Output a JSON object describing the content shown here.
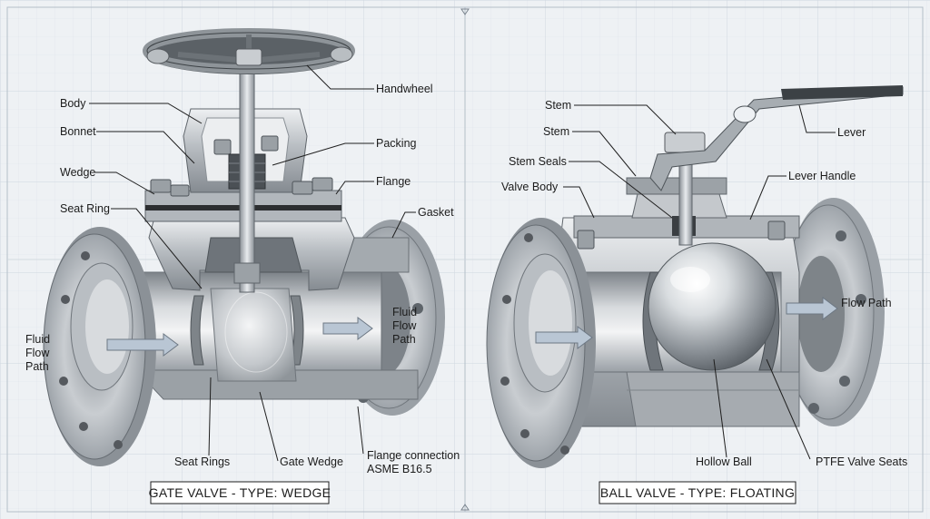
{
  "gate_valve": {
    "title": "GATE VALVE - TYPE: WEDGE",
    "labels": {
      "body": "Body",
      "bonnet": "Bonnet",
      "wedge": "Wedge",
      "seat_ring": "Seat Ring",
      "fluid_1": "Fluid",
      "fluid_2": "Flow",
      "fluid_3": "Path",
      "handwheel": "Handwheel",
      "packing": "Packing",
      "flange": "Flange",
      "gasket": "Gasket",
      "fluid_flow_1": "Fluid",
      "fluid_flow_2": "Flow",
      "fluid_flow_3": "Path",
      "seat_rings": "Seat Rings",
      "gate_wedge": "Gate Wedge",
      "flange_connection_1": "Flange connection",
      "flange_connection_2": "ASME B16.5"
    }
  },
  "ball_valve": {
    "title": "BALL VALVE - TYPE: FLOATING",
    "labels": {
      "stem_top": "Stem",
      "stem": "Stem",
      "stem_seals": "Stem Seals",
      "valve_body": "Valve Body",
      "lever": "Lever",
      "lever_handle": "Lever Handle",
      "flow_path": "Flow Path",
      "hollow_ball": "Hollow Ball",
      "ptfe_valve_seats": "PTFE Valve Seats"
    }
  },
  "colors": {
    "background": "#eef1f4",
    "grid": "#d3dbe3",
    "metal_light": "#dcdfe2",
    "metal_mid": "#a9aeb3",
    "metal_dark": "#6f757b",
    "arrow": "#b9c6d4",
    "text": "#1c1c1c"
  }
}
